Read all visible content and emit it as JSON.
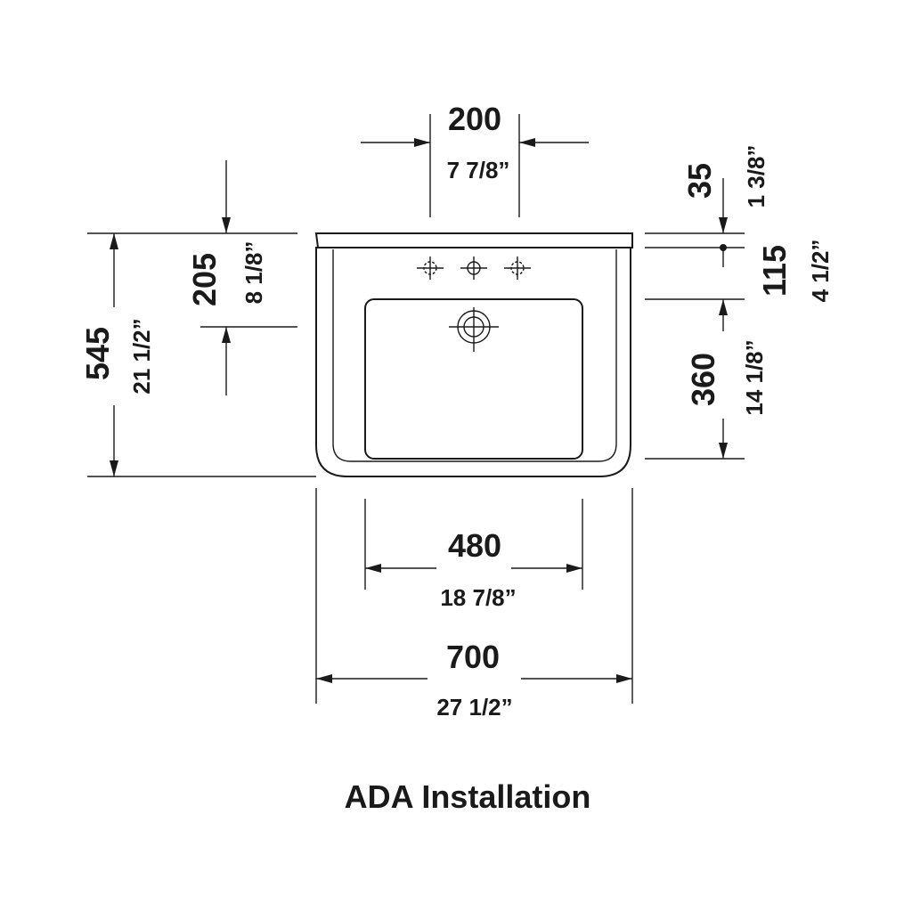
{
  "dimensions": {
    "tap_spacing": {
      "mm": "200",
      "inch": "7 7/8”"
    },
    "depth_to_tap": {
      "mm": "205",
      "inch": "8 1/8”"
    },
    "total_depth": {
      "mm": "545",
      "inch": "21 1/2”"
    },
    "rim_height": {
      "mm": "35",
      "inch": "1 3/8”"
    },
    "rim_to_basin": {
      "mm": "115",
      "inch": "4 1/2”"
    },
    "basin_depth": {
      "mm": "360",
      "inch": "14 1/8”"
    },
    "basin_width": {
      "mm": "480",
      "inch": "18 7/8”"
    },
    "total_width": {
      "mm": "700",
      "inch": "27 1/2”"
    }
  },
  "caption": "ADA Installation"
}
